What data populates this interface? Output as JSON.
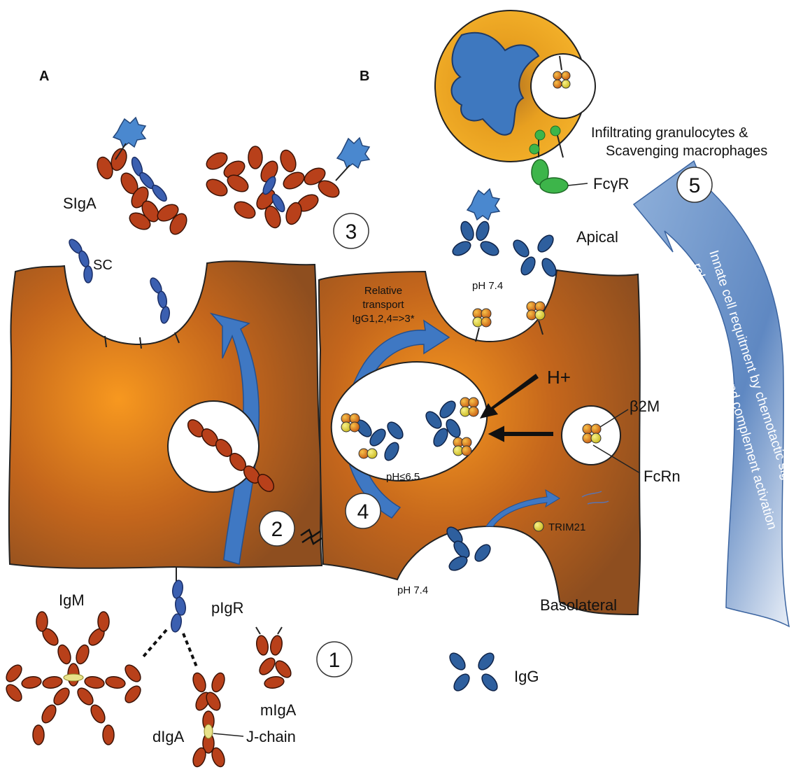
{
  "panels": {
    "a": "A",
    "b": "B"
  },
  "labels": {
    "sIgA": "SIgA",
    "sc": "SC",
    "igm": "IgM",
    "pigr": "pIgR",
    "digA": "dIgA",
    "migA": "mIgA",
    "jchain": "J-chain",
    "relative_transport_1": "Relative",
    "relative_transport_2": "transport",
    "relative_transport_3": "IgG1,2,4=>3*",
    "ph_apical": "pH 7.4",
    "ph_endosome": "pH≤6.5",
    "ph_basal": "pH 7.4",
    "hplus": "H+",
    "b2m": "β2M",
    "fcrn": "FcRn",
    "trim21": "TRIM21",
    "apical": "Apical",
    "basolateral": "Basolateral",
    "igg": "IgG",
    "fcgr": "FcγR",
    "infiltrating_1": "Infiltrating granulocytes &",
    "infiltrating_2": "Scavenging macrophages",
    "arrow_text_1": "Innate cell requitment by chemotactic signals",
    "arrow_text_2": "released by cellular and complement activation"
  },
  "steps": [
    "1",
    "2",
    "3",
    "4",
    "5"
  ],
  "colors": {
    "cell_brown": "#8B4A1A",
    "cell_orange": "#F4921E",
    "igg_blue": "#2E5F9E",
    "iga_red": "#B8401A",
    "arrow_blue": "#4A7FC1",
    "fcgr_green": "#3DB54A",
    "macrophage_yellow": "#F2AE25"
  }
}
